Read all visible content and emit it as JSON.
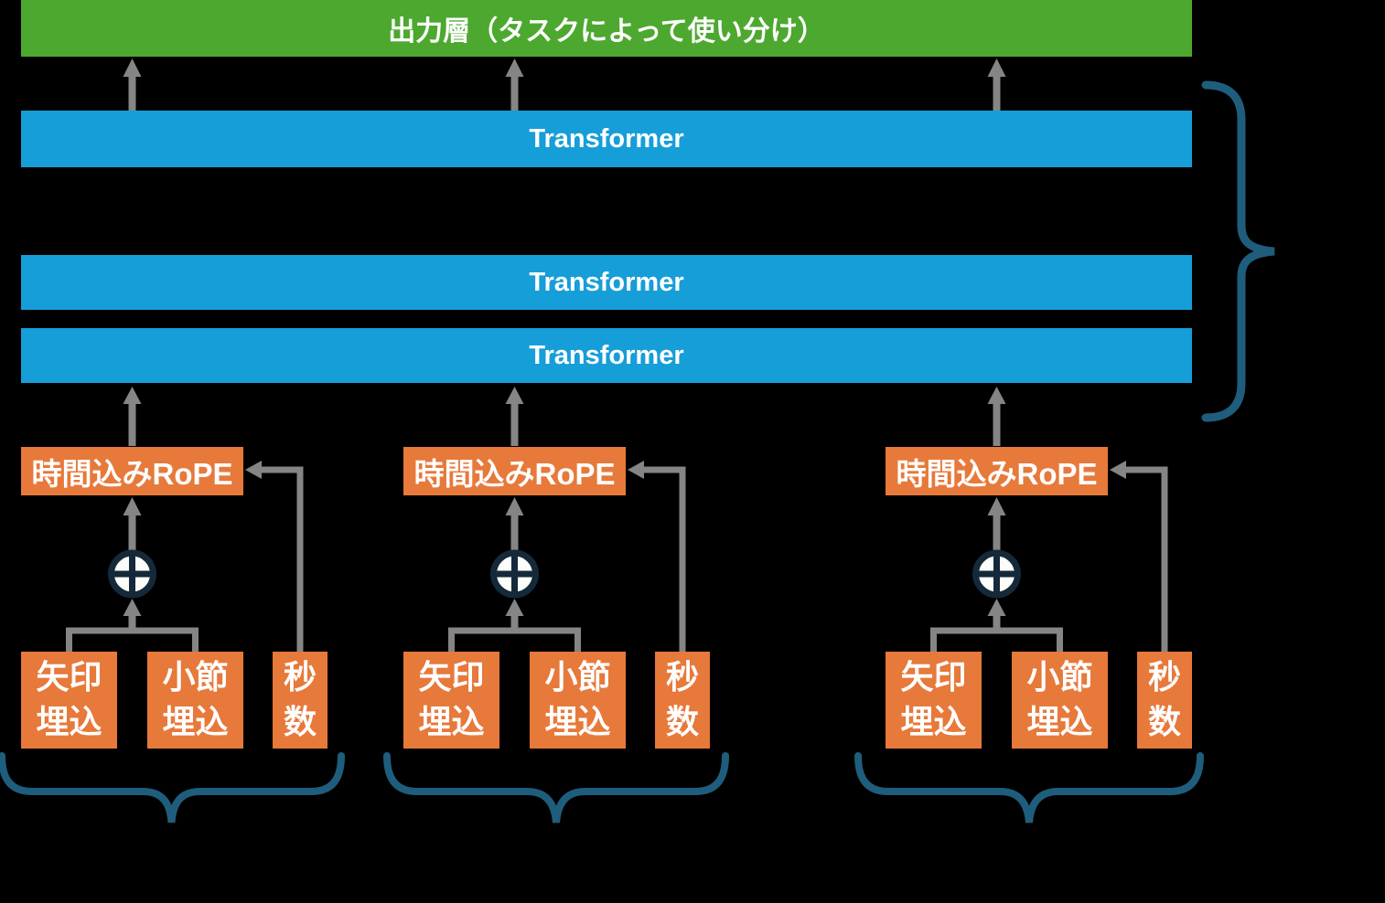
{
  "colors": {
    "bg": "#000000",
    "green": "#4DA82F",
    "blue": "#169ED8",
    "orange": "#E7793A",
    "gray": "#858585",
    "navy": "#14293A",
    "teal": "#1F5D7D",
    "text": "#FFFFFF",
    "plus_fill": "#FCFCF8"
  },
  "output_layer": {
    "label": "出力層（タスクによって使い分け）"
  },
  "transformers": [
    {
      "label": "Transformer"
    },
    {
      "label": "Transformer"
    },
    {
      "label": "Transformer"
    }
  ],
  "groups": [
    {
      "rope_label": "時間込みRoPE",
      "plus_icon": "circled-plus",
      "inputs": [
        {
          "label": "矢印\n埋込"
        },
        {
          "label": "小節\n埋込"
        },
        {
          "label": "秒\n数"
        }
      ]
    },
    {
      "rope_label": "時間込みRoPE",
      "plus_icon": "circled-plus",
      "inputs": [
        {
          "label": "矢印\n埋込"
        },
        {
          "label": "小節\n埋込"
        },
        {
          "label": "秒\n数"
        }
      ]
    },
    {
      "rope_label": "時間込みRoPE",
      "plus_icon": "circled-plus",
      "inputs": [
        {
          "label": "矢印\n埋込"
        },
        {
          "label": "小節\n埋込"
        },
        {
          "label": "秒\n数"
        }
      ]
    }
  ]
}
